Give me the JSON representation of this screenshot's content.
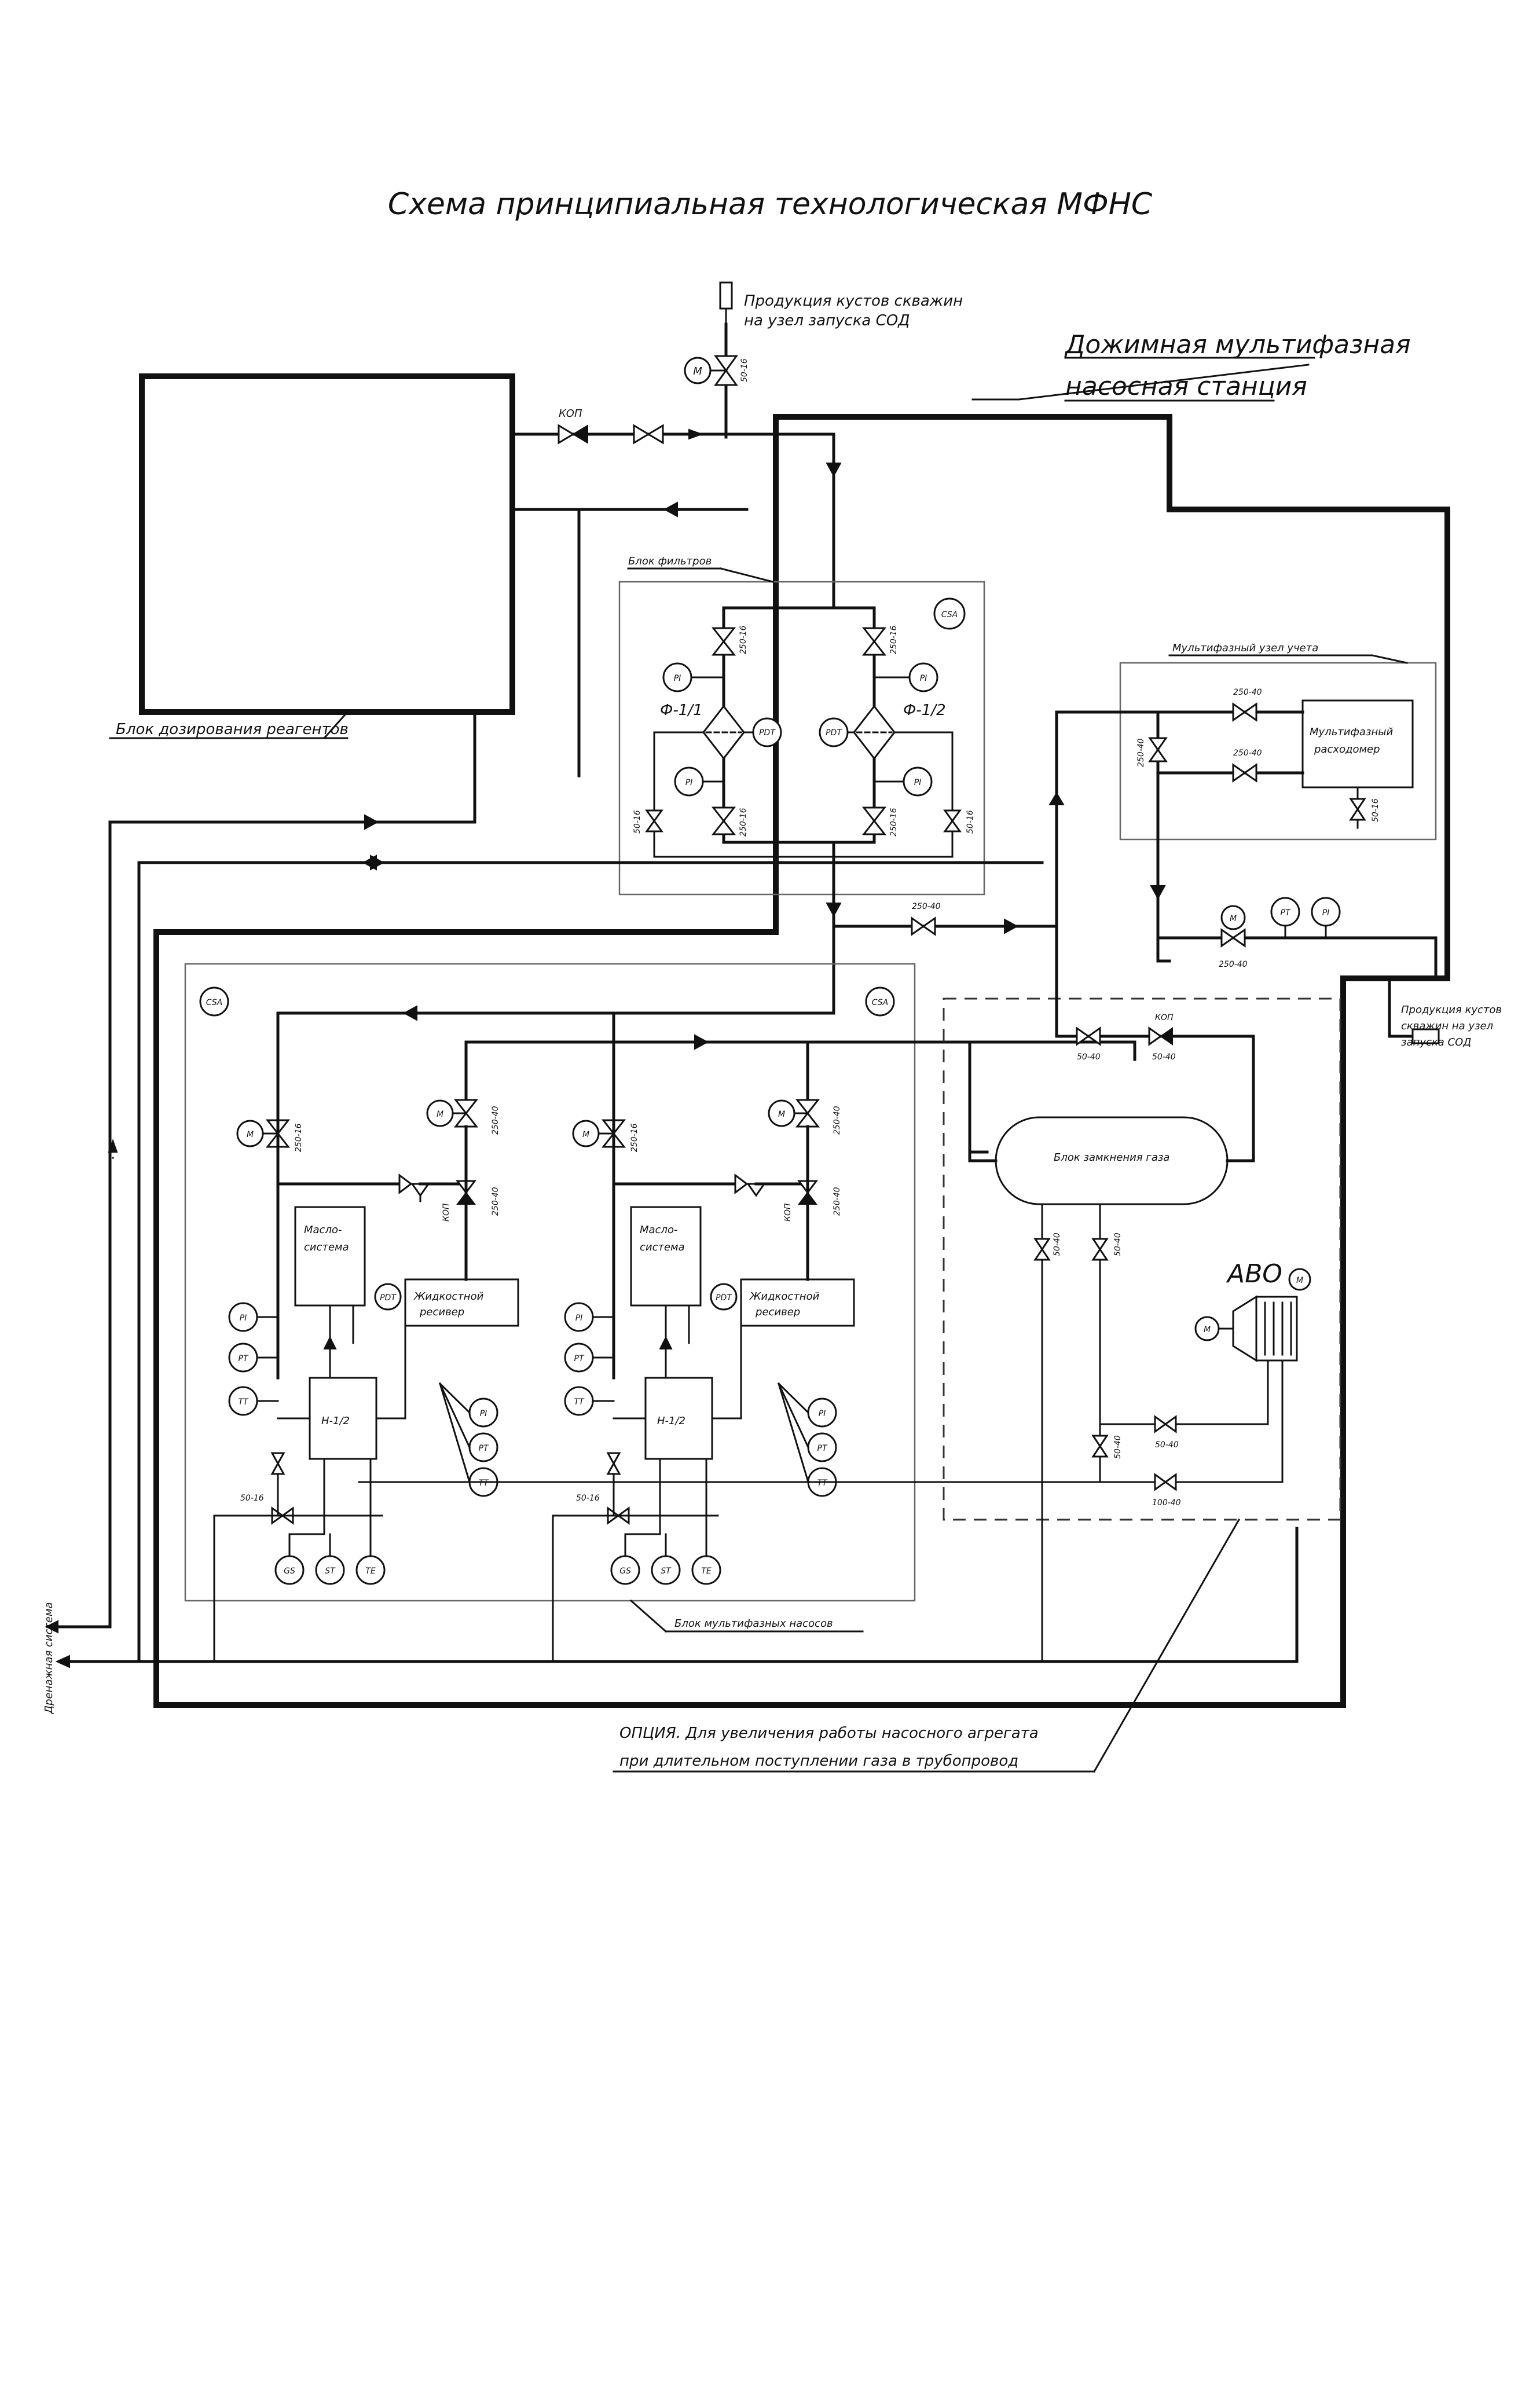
{
  "title": "Схема принципиальная технологическая МФНС",
  "notes": {
    "inlet": [
      "Продукция кустов скважин",
      "на узел запуска СОД"
    ],
    "station": [
      "Дожимная мультифазная",
      "насосная станция"
    ],
    "outlet": [
      "Продукция кустов",
      "скважин на узел",
      "запуска СОД"
    ],
    "option": [
      "ОПЦИЯ. Для увеличения работы насосного агрегата",
      "при длительном поступлении газа в трубопровод"
    ],
    "drainage": "Дренажная система"
  },
  "blocks": {
    "dosing": "Блок дозирования реагентов",
    "filters": "Блок фильтров",
    "meter_unit": "Мультифазный узел учета",
    "meter": [
      "Мультифазный",
      "расходомер"
    ],
    "gas_lock": "Блок замкнения газа",
    "pumps": "Блок мультифазных насосов",
    "avo": "АВО"
  },
  "tags": {
    "kop": "КОП",
    "csa": "CSA",
    "filter_1": "Ф-1/1",
    "filter_2": "Ф-1/2",
    "pump_1": "Н-1/2",
    "pump_2": "Н-1/2",
    "oil_system": [
      "Масло-",
      "система"
    ],
    "liquid_receiver": [
      "Жидкостной",
      "ресивер"
    ],
    "pdt": "PDT",
    "pi": "PI",
    "pt": "PT",
    "tt": "TT",
    "gs": "GS",
    "st": "ST",
    "te": "TE",
    "motor": "М"
  },
  "valve_sizes": {
    "inlet": "50-16",
    "filter": "250-16",
    "drain": "50-16",
    "meter": "250-40",
    "bypass": "250-40",
    "pump_suction": "250-16",
    "pump_discharge": "250-40",
    "pump_drain": "50-16",
    "gas": "50-40",
    "avo_line": "50-40",
    "avo_bottom": "100-40"
  }
}
